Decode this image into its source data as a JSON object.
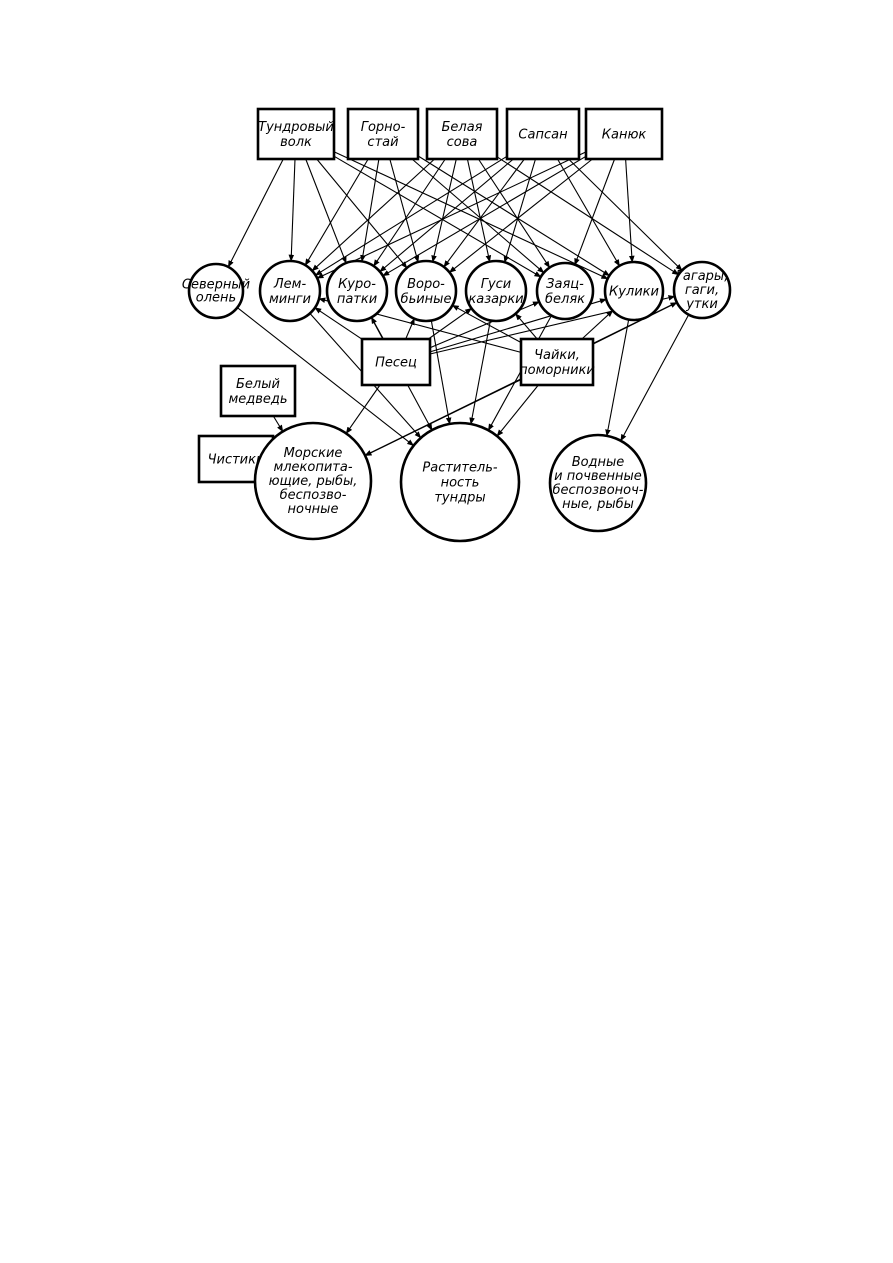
{
  "diagram": {
    "nodes": [
      {
        "id": "wolf",
        "shape": "rect",
        "lines": [
          "Тундровый",
          "волк"
        ]
      },
      {
        "id": "ermine",
        "shape": "rect",
        "lines": [
          "Горно-",
          "стай"
        ]
      },
      {
        "id": "owl",
        "shape": "rect",
        "lines": [
          "Белая",
          "сова"
        ]
      },
      {
        "id": "falcon",
        "shape": "rect",
        "lines": [
          "Сапсан"
        ]
      },
      {
        "id": "buzzard",
        "shape": "rect",
        "lines": [
          "Канюк"
        ]
      },
      {
        "id": "reindeer",
        "shape": "circle",
        "lines": [
          "Северный",
          "олень"
        ]
      },
      {
        "id": "lemmings",
        "shape": "circle",
        "lines": [
          "Лем-",
          "минги"
        ]
      },
      {
        "id": "ptarmigan",
        "shape": "circle",
        "lines": [
          "Куро-",
          "патки"
        ]
      },
      {
        "id": "passerines",
        "shape": "circle",
        "lines": [
          "Воро-",
          "бьиные"
        ]
      },
      {
        "id": "geese",
        "shape": "circle",
        "lines": [
          "Гуси",
          "казарки"
        ]
      },
      {
        "id": "hare",
        "shape": "circle",
        "lines": [
          "Заяц-",
          "беляк"
        ]
      },
      {
        "id": "sandpipers",
        "shape": "circle",
        "lines": [
          "Кулики"
        ]
      },
      {
        "id": "loons",
        "shape": "circle",
        "lines": [
          "Гагары,",
          "гаги,",
          "утки"
        ]
      },
      {
        "id": "fox",
        "shape": "rect",
        "lines": [
          "Песец"
        ]
      },
      {
        "id": "gulls",
        "shape": "rect",
        "lines": [
          "Чайки,",
          "поморники"
        ]
      },
      {
        "id": "bear",
        "shape": "rect",
        "lines": [
          "Белый",
          "медведь"
        ]
      },
      {
        "id": "guillemots",
        "shape": "rect",
        "lines": [
          "Чистики"
        ]
      },
      {
        "id": "marine",
        "shape": "circle",
        "lines": [
          "Морские",
          "млекопита-",
          "ющие, рыбы,",
          "беспозво-",
          "ночные"
        ]
      },
      {
        "id": "vegetation",
        "shape": "circle",
        "lines": [
          "Раститель-",
          "ность",
          "тундры"
        ]
      },
      {
        "id": "water",
        "shape": "circle",
        "lines": [
          "Водные",
          "и почвенные",
          "беспозвоноч-",
          "ные, рыбы"
        ]
      }
    ],
    "edges": [
      [
        "wolf",
        "reindeer"
      ],
      [
        "wolf",
        "lemmings"
      ],
      [
        "wolf",
        "ptarmigan"
      ],
      [
        "wolf",
        "passerines"
      ],
      [
        "wolf",
        "hare"
      ],
      [
        "wolf",
        "sandpipers"
      ],
      [
        "ermine",
        "lemmings"
      ],
      [
        "ermine",
        "ptarmigan"
      ],
      [
        "ermine",
        "passerines"
      ],
      [
        "ermine",
        "hare"
      ],
      [
        "ermine",
        "sandpipers"
      ],
      [
        "owl",
        "lemmings"
      ],
      [
        "owl",
        "ptarmigan"
      ],
      [
        "owl",
        "passerines"
      ],
      [
        "owl",
        "geese"
      ],
      [
        "owl",
        "hare"
      ],
      [
        "owl",
        "loons"
      ],
      [
        "falcon",
        "lemmings"
      ],
      [
        "falcon",
        "ptarmigan"
      ],
      [
        "falcon",
        "passerines"
      ],
      [
        "falcon",
        "geese"
      ],
      [
        "falcon",
        "sandpipers"
      ],
      [
        "falcon",
        "loons"
      ],
      [
        "buzzard",
        "lemmings"
      ],
      [
        "buzzard",
        "ptarmigan"
      ],
      [
        "buzzard",
        "passerines"
      ],
      [
        "buzzard",
        "hare"
      ],
      [
        "buzzard",
        "sandpipers"
      ],
      [
        "fox",
        "lemmings"
      ],
      [
        "fox",
        "ptarmigan"
      ],
      [
        "fox",
        "passerines"
      ],
      [
        "fox",
        "geese"
      ],
      [
        "fox",
        "hare"
      ],
      [
        "fox",
        "sandpipers"
      ],
      [
        "fox",
        "loons"
      ],
      [
        "fox",
        "marine"
      ],
      [
        "gulls",
        "lemmings"
      ],
      [
        "gulls",
        "passerines"
      ],
      [
        "gulls",
        "geese"
      ],
      [
        "gulls",
        "sandpipers"
      ],
      [
        "gulls",
        "loons"
      ],
      [
        "gulls",
        "marine"
      ],
      [
        "gulls",
        "vegetation"
      ],
      [
        "reindeer",
        "vegetation"
      ],
      [
        "lemmings",
        "vegetation"
      ],
      [
        "ptarmigan",
        "vegetation"
      ],
      [
        "passerines",
        "vegetation"
      ],
      [
        "geese",
        "vegetation"
      ],
      [
        "hare",
        "vegetation"
      ],
      [
        "loons",
        "marine"
      ],
      [
        "loons",
        "water"
      ],
      [
        "sandpipers",
        "water"
      ],
      [
        "bear",
        "marine"
      ],
      [
        "guillemots",
        "marine"
      ]
    ]
  }
}
